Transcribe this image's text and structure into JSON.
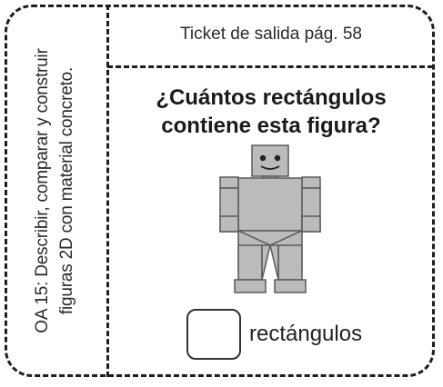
{
  "side_label": {
    "line1": "OA 15: Describir, comparar y construir",
    "line2": "figuras 2D con material concreto."
  },
  "header": "Ticket de salida pág. 58",
  "question": {
    "line1": "¿Cuántos rectángulos",
    "line2": "contiene esta figura?"
  },
  "answer_label": "rectángulos",
  "colors": {
    "robot_fill": "#b9bbbd",
    "robot_stroke": "#5a5a5a",
    "border": "#1e1e1e"
  },
  "figure": {
    "subject": "robot made of rectangles"
  }
}
